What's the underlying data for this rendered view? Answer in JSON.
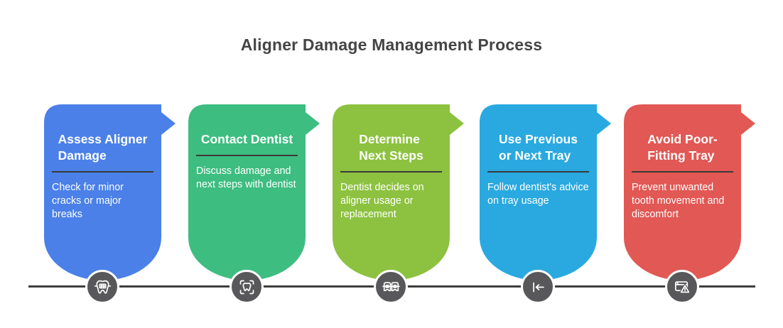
{
  "title": "Aligner Damage Management Process",
  "colors": {
    "title_text": "#454545",
    "timeline": "#3e3e3e",
    "icon_circle": "#58585a",
    "card_text": "#ffffff",
    "card_divider": "#3b3b3b"
  },
  "steps": [
    {
      "title": "Assess Aligner\nDamage",
      "description": "Check for minor cracks or major breaks",
      "color": "#4a80e8",
      "icon": "tooth-with-braces"
    },
    {
      "title": "Contact Dentist",
      "description": "Discuss damage and next steps with dentist",
      "color": "#3dbd80",
      "icon": "tooth-scan-frame"
    },
    {
      "title": "Determine\nNext Steps",
      "description": "Dentist decides on aligner usage or replacement",
      "color": "#8cc23f",
      "icon": "braces-teeth"
    },
    {
      "title": "Use Previous\nor Next Tray",
      "description": "Follow dentist's advice on tray usage",
      "color": "#29a9e0",
      "icon": "step-back-arrow"
    },
    {
      "title": "Avoid Poor-\nFitting Tray",
      "description": "Prevent unwanted tooth movement and discomfort",
      "color": "#e15854",
      "icon": "tray-warning"
    }
  ]
}
